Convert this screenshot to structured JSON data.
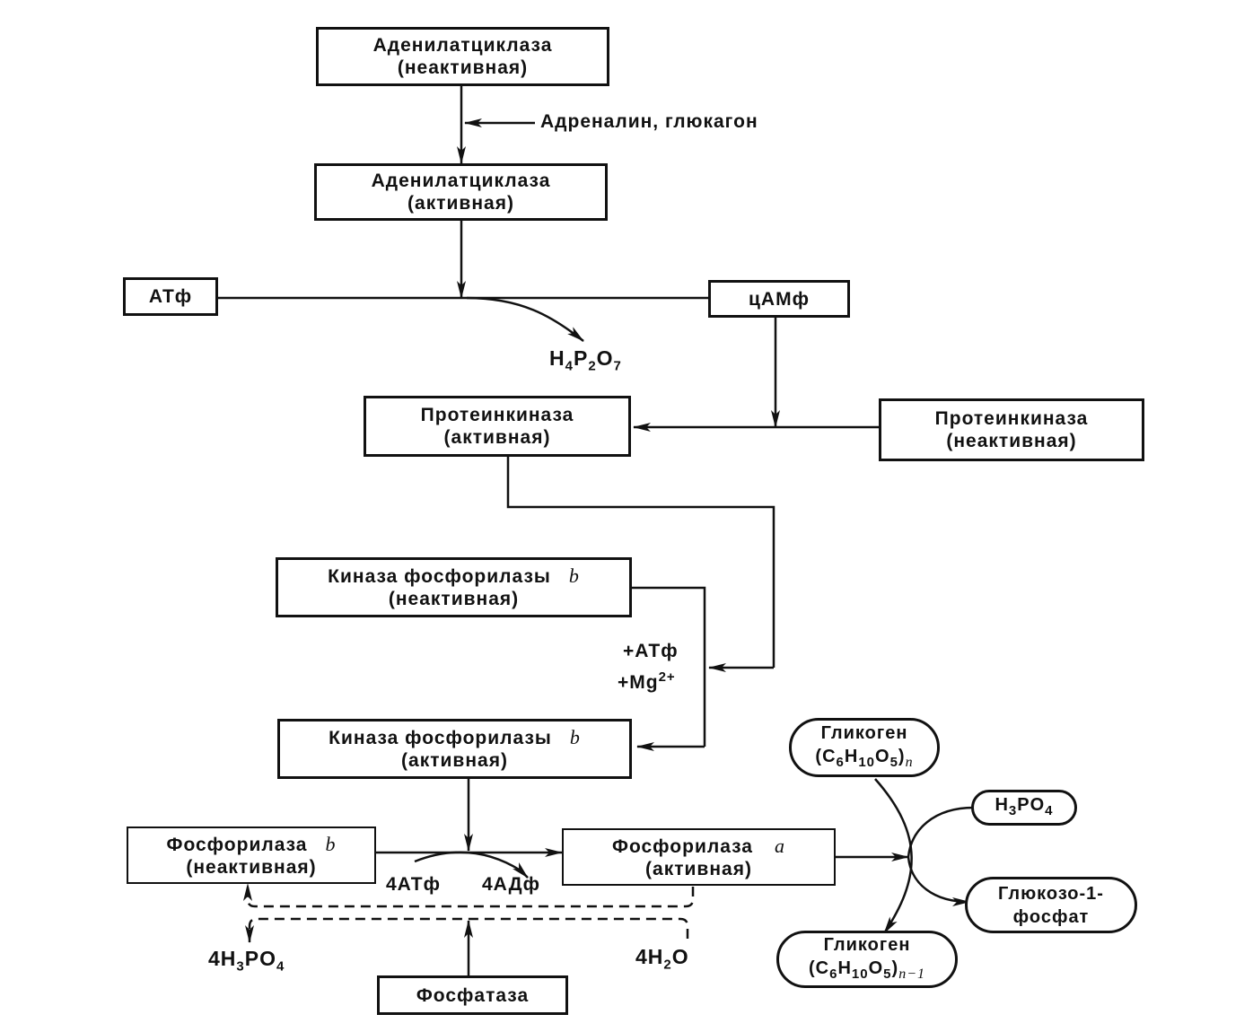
{
  "nodes": {
    "adenylate_inactive": {
      "name": "Аденилатциклаза",
      "state": "(неактивная)"
    },
    "adenylate_active": {
      "name": "Аденилатциклаза",
      "state": "(активная)"
    },
    "atp": "АТф",
    "camp": "цАМф",
    "pyrophosphate": {
      "pre": "H",
      "s1": "4",
      "mid": "P",
      "s2": "2",
      "post": "O",
      "s3": "7"
    },
    "proteinkinase_active": {
      "name": "Протеинкиназа",
      "state": "(активная)"
    },
    "proteinkinase_inactive": {
      "name": "Протеинкиназа",
      "state": "(неактивная)"
    },
    "phk_inactive": {
      "name": "Киназа фосфорилазы",
      "letter": "b",
      "state": "(неактивная)"
    },
    "phk_active": {
      "name": "Киназа фосфорилазы",
      "letter": "b",
      "state": "(активная)"
    },
    "phos_b": {
      "name": "Фосфорилаза",
      "letter": "b",
      "state": "(неактивная)"
    },
    "phos_a": {
      "name": "Фосфорилаза",
      "letter": "a",
      "state": "(активная)"
    },
    "phosphatase": "Фосфатаза",
    "glycogen_n": {
      "name": "Гликоген",
      "formula": "(C",
      "s1": "6",
      "mid": "H",
      "s2": "10",
      "o": "O",
      "s3": "5",
      "close": ")",
      "n": "n"
    },
    "glycogen_n1": {
      "name": "Гликоген",
      "formula": "(C",
      "s1": "6",
      "mid": "H",
      "s2": "10",
      "o": "O",
      "s3": "5",
      "close": ")",
      "n": "n−1"
    },
    "h3po4": {
      "pre": "H",
      "s1": "3",
      "mid": "PO",
      "s2": "4"
    },
    "g1p": {
      "line1": "Глюкозо-1-",
      "line2": "фосфат"
    }
  },
  "labels": {
    "hormones": "Адреналин, глюкагон",
    "plus_atp": "+АТф",
    "plus_mg": "+Mg",
    "mg_charge": "2+",
    "atp4": "4АТф",
    "adp4": "4АДф",
    "h3po4_4": {
      "pre": "4H",
      "s1": "3",
      "mid": "PO",
      "s2": "4"
    },
    "h2o_4": {
      "pre": "4H",
      "s1": "2",
      "post": "O"
    }
  }
}
